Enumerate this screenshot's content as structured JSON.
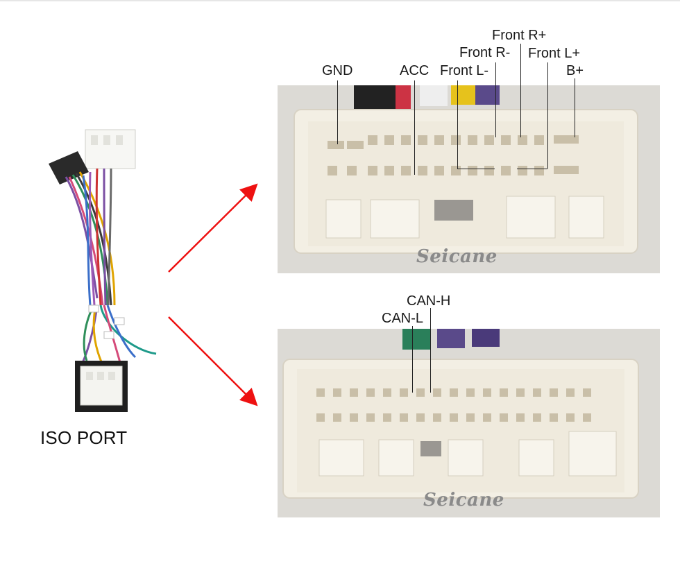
{
  "iso_port": {
    "label": "ISO PORT"
  },
  "top_connector": {
    "watermark": "Seicane",
    "labels": {
      "gnd": "GND",
      "acc": "ACC",
      "front_l_minus": "Front L-",
      "front_r_minus": "Front R-",
      "front_r_plus": "Front R+",
      "front_l_plus": "Front L+",
      "b_plus": "B+"
    }
  },
  "bottom_connector": {
    "watermark": "Seicane",
    "labels": {
      "can_h": "CAN-H",
      "can_l": "CAN-L"
    }
  },
  "colors": {
    "arrow": "#ee1111",
    "connector_body": "#f3efe4",
    "photo_bg": "#dcdad5"
  }
}
